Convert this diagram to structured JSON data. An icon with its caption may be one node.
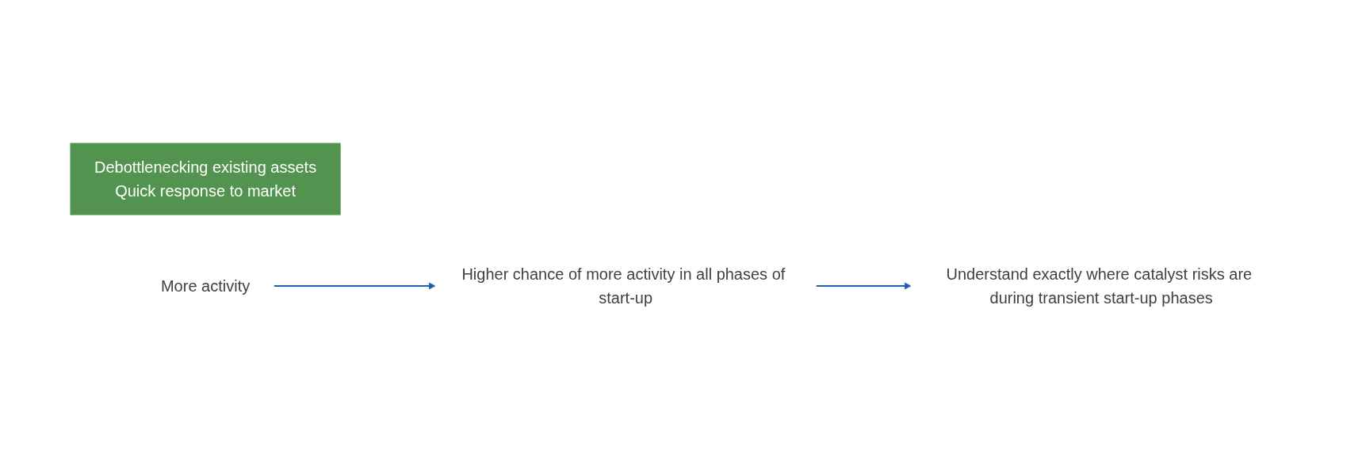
{
  "diagram": {
    "nodes": [
      {
        "text": [
          "Debottlenecking existing assets",
          "Quick response to market"
        ]
      },
      {
        "text": [
          "More activity"
        ]
      },
      {
        "text": [
          "Higher chance of more activity in all phases of start-up"
        ]
      },
      {
        "text": [
          "Understand exactly where catalyst risks are during transient start-up phases"
        ]
      }
    ],
    "edges": [
      {
        "from": 1,
        "to": 2,
        "arrow": "to"
      },
      {
        "from": 2,
        "to": 3,
        "arrow": "to"
      }
    ]
  }
}
